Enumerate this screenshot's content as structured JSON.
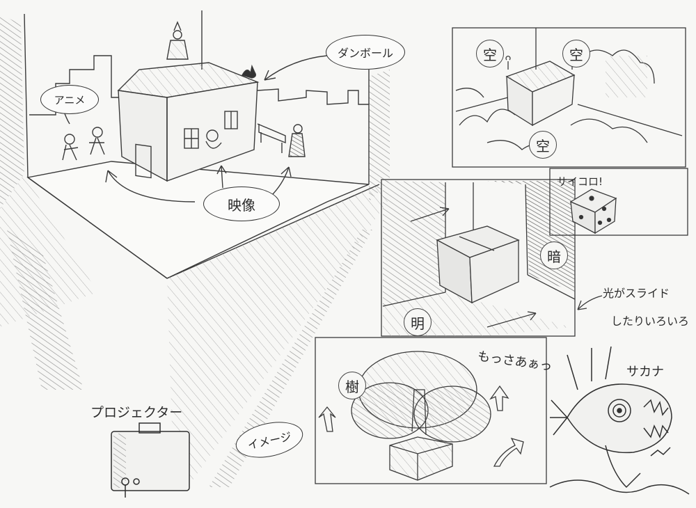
{
  "labels": {
    "anime": "アニメ",
    "cardboard": "ダンボール",
    "video": "映像",
    "projector": "プロジェクター",
    "image": "イメージ",
    "tree": "樹",
    "mossa": "もっさあぁっ",
    "sky": "空",
    "dice": "サイコロ!",
    "dark": "暗",
    "bright": "明",
    "light_slide_1": "光がスライド",
    "light_slide_2": "したりいろいろ",
    "fish": "サカナ"
  }
}
